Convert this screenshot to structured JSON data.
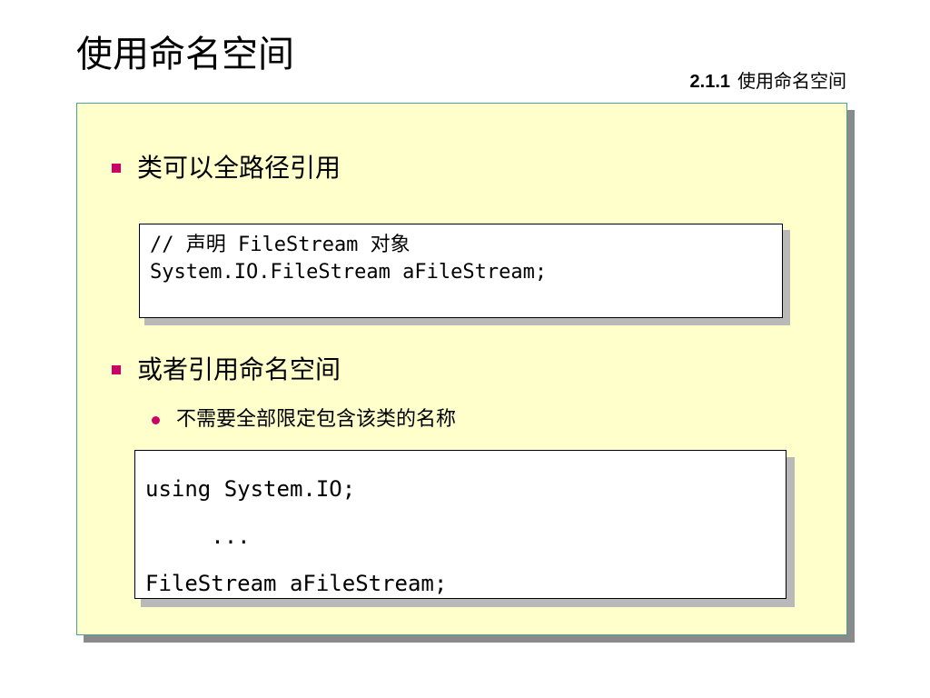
{
  "header": {
    "title": "使用命名空间",
    "section_number": "2.1.1",
    "section_title": "使用命名空间"
  },
  "colors": {
    "panel_background": "#ffffcc",
    "panel_border": "#4aa39a",
    "bullet": "#cc0066"
  },
  "content": {
    "bullet1": "类可以全路径引用",
    "code1_lines": [
      "// 声明 FileStream 对象",
      "System.IO.FileStream aFileStream;"
    ],
    "bullet2": "或者引用命名空间",
    "sub_bullet": "不需要全部限定包含该类的名称",
    "code2_lines": [
      "using System.IO;",
      "     ...",
      "FileStream aFileStream;"
    ]
  }
}
